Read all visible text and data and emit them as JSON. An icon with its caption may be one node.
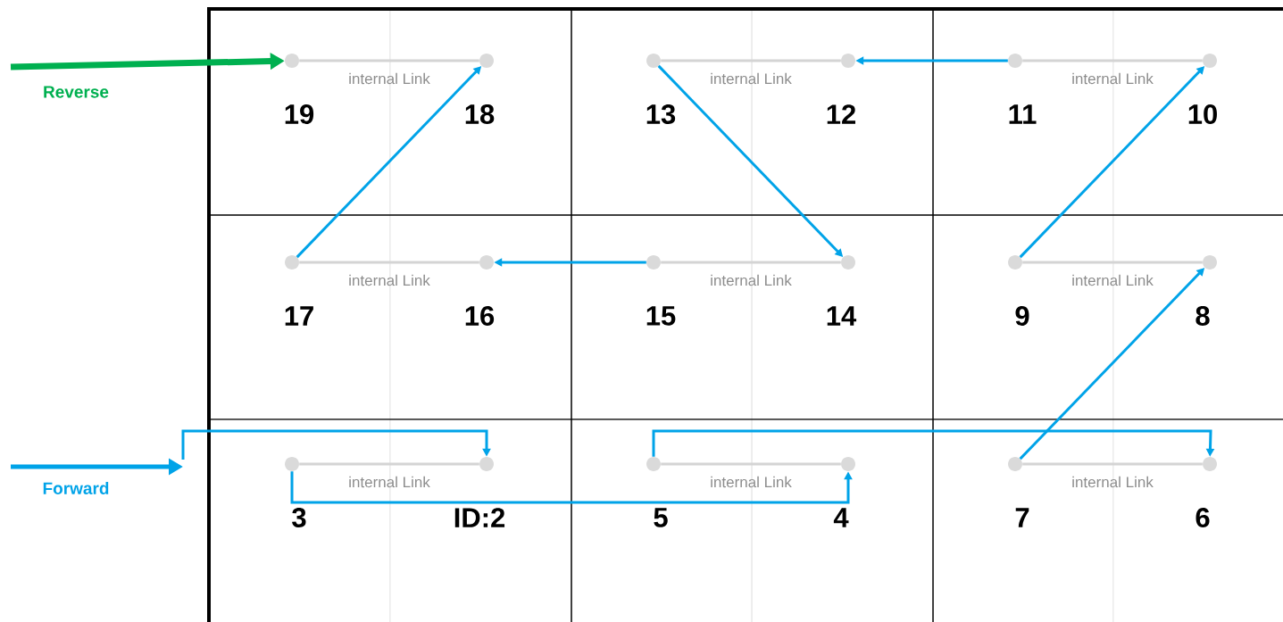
{
  "diagram": {
    "nodes": [
      {
        "text": [],
        "shape": "circle",
        "beside": [
          "19"
        ]
      },
      {
        "text": [],
        "shape": "circle",
        "beside": [
          "18"
        ]
      },
      {
        "text": [],
        "shape": "circle",
        "beside": [
          "13"
        ]
      },
      {
        "text": [],
        "shape": "circle",
        "beside": [
          "12"
        ]
      },
      {
        "text": [],
        "shape": "circle",
        "beside": [
          "11"
        ]
      },
      {
        "text": [],
        "shape": "circle",
        "beside": [
          "10"
        ]
      },
      {
        "text": [],
        "shape": "circle",
        "beside": [
          "17"
        ]
      },
      {
        "text": [],
        "shape": "circle",
        "beside": [
          "16"
        ]
      },
      {
        "text": [],
        "shape": "circle",
        "beside": [
          "15"
        ]
      },
      {
        "text": [],
        "shape": "circle",
        "beside": [
          "14"
        ]
      },
      {
        "text": [],
        "shape": "circle",
        "beside": [
          "9"
        ]
      },
      {
        "text": [],
        "shape": "circle",
        "beside": [
          "8"
        ]
      },
      {
        "text": [],
        "shape": "circle",
        "beside": [
          "3"
        ]
      },
      {
        "text": [],
        "shape": "circle",
        "beside": [
          "ID:2"
        ]
      },
      {
        "text": [],
        "shape": "circle",
        "beside": [
          "5"
        ]
      },
      {
        "text": [],
        "shape": "circle",
        "beside": [
          "4"
        ]
      },
      {
        "text": [],
        "shape": "circle",
        "beside": [
          "7"
        ]
      },
      {
        "text": [],
        "shape": "circle",
        "beside": [
          "6"
        ]
      }
    ],
    "edges": [
      {
        "from": null,
        "to": 13,
        "arrow": "to",
        "label": "Forward"
      },
      {
        "from": 12,
        "to": 15,
        "arrow": "to"
      },
      {
        "from": 14,
        "to": 17,
        "arrow": "to"
      },
      {
        "from": 16,
        "to": 11,
        "arrow": "to"
      },
      {
        "from": 10,
        "to": 5,
        "arrow": "to"
      },
      {
        "from": 4,
        "to": 3,
        "arrow": "to"
      },
      {
        "from": 2,
        "to": 9,
        "arrow": "to"
      },
      {
        "from": 8,
        "to": 7,
        "arrow": "to"
      },
      {
        "from": 6,
        "to": 1,
        "arrow": "to"
      },
      {
        "from": null,
        "to": 0,
        "arrow": "to",
        "label": "Reverse",
        "style": "thick",
        "color": "#00b050"
      },
      {
        "from": 0,
        "to": 1,
        "arrow": "none",
        "label": "internal Link",
        "color": "#d4d4d4"
      },
      {
        "from": 2,
        "to": 3,
        "arrow": "none",
        "label": "internal Link",
        "color": "#d4d4d4"
      },
      {
        "from": 4,
        "to": 5,
        "arrow": "none",
        "label": "internal Link",
        "color": "#d4d4d4"
      },
      {
        "from": 6,
        "to": 7,
        "arrow": "none",
        "label": "internal Link",
        "color": "#d4d4d4"
      },
      {
        "from": 8,
        "to": 9,
        "arrow": "none",
        "label": "internal Link",
        "color": "#d4d4d4"
      },
      {
        "from": 10,
        "to": 11,
        "arrow": "none",
        "label": "internal Link",
        "color": "#d4d4d4"
      },
      {
        "from": 12,
        "to": 13,
        "arrow": "none",
        "label": "internal Link",
        "color": "#d4d4d4"
      },
      {
        "from": 14,
        "to": 15,
        "arrow": "none",
        "label": "internal Link",
        "color": "#d4d4d4"
      },
      {
        "from": 16,
        "to": 17,
        "arrow": "none",
        "label": "internal Link",
        "color": "#d4d4d4"
      }
    ]
  }
}
